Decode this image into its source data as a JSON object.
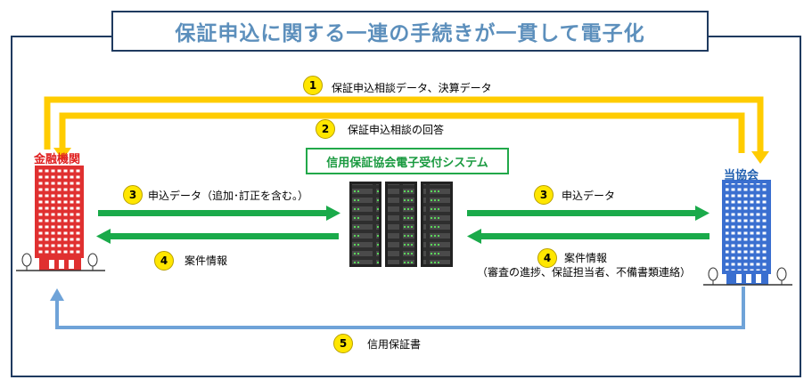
{
  "title": "保証申込に関する一連の手続きが一貫して電子化",
  "parties": {
    "left": "金融機関",
    "right": "当協会",
    "system": "信用保証協会電子受付システム"
  },
  "steps": {
    "s1": {
      "num": "1",
      "label": "保証申込相談データ、決算データ"
    },
    "s2": {
      "num": "2",
      "label": "保証申込相談の回答"
    },
    "s3_left": {
      "num": "3",
      "label": "申込データ（追加･訂正を含む。）"
    },
    "s3_right": {
      "num": "3",
      "label": "申込データ"
    },
    "s4_left": {
      "num": "4",
      "label": "案件情報"
    },
    "s4_right": {
      "num": "4",
      "label": "案件情報",
      "sub": "（審査の進捗、保証担当者、不備書類連絡）"
    },
    "s5": {
      "num": "5",
      "label": "信用保証書"
    }
  },
  "colors": {
    "title_text": "#5c8fbc",
    "frame": "#1f3a5f",
    "yellow_arrow": "#ffcc00",
    "green_arrow": "#1aaa4a",
    "blue_arrow": "#6fa3d8",
    "left_building": "#e03030",
    "right_building": "#3a6fd0",
    "server": "#3a3a3a"
  }
}
